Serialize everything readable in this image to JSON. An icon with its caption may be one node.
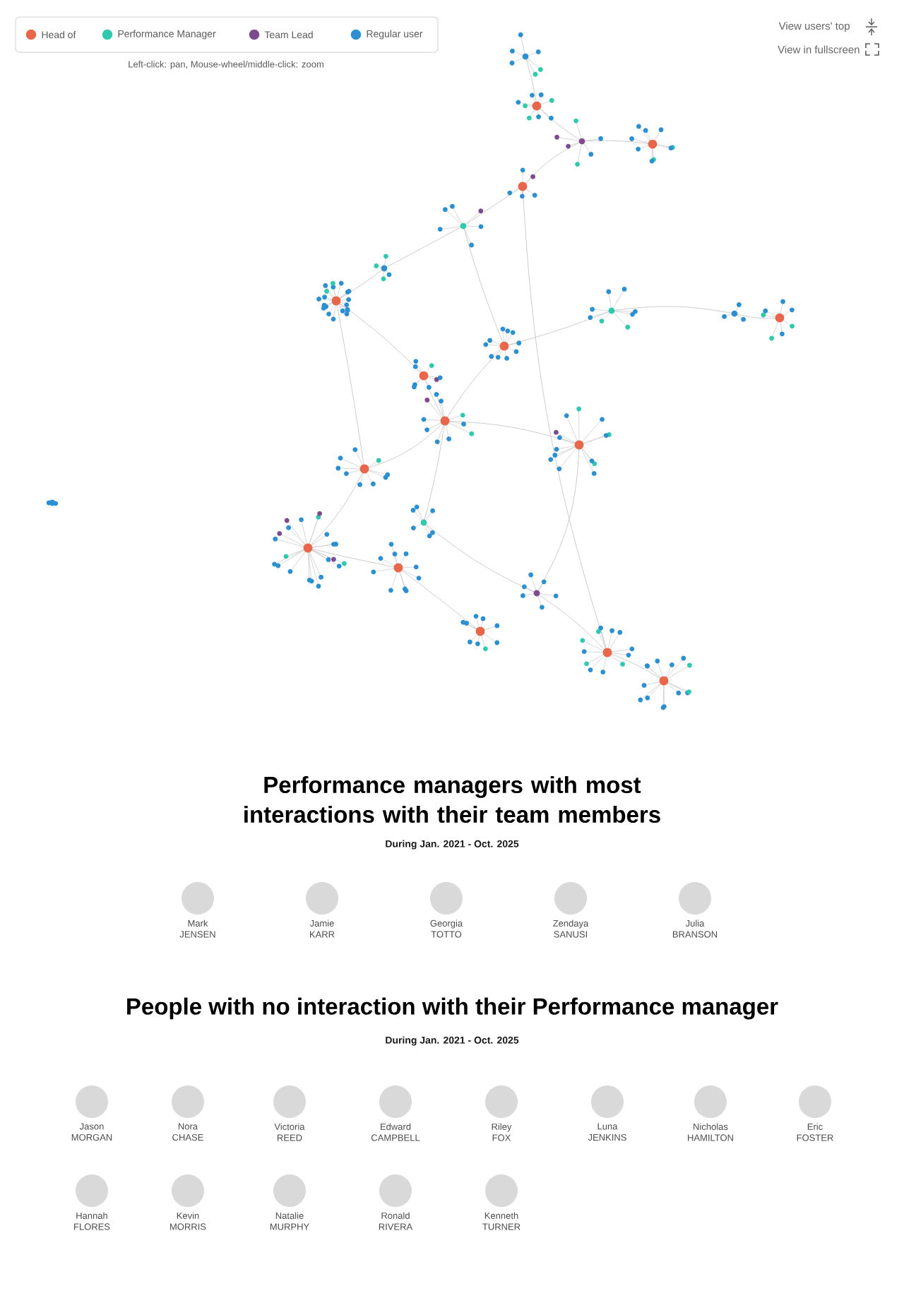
{
  "diagram": {
    "labels": [
      "Left-click: pan, Mouse-wheel/middle-click: zoom",
      "View users' top",
      "View in fullscreen",
      "Performance managers with most interactions with their team members",
      "During Jan. 2021 - Oct. 2025",
      "Mark JENSEN",
      "Jamie KARR",
      "Georgia TOTTO",
      "Zendaya SANUSI",
      "Julia BRANSON",
      "People with no interaction with their Performance manager",
      "During Jan. 2021 - Oct. 2025",
      "Jason MORGAN",
      "Nora CHASE",
      "Victoria REED",
      "Edward CAMPBELL",
      "Riley FOX",
      "Luna JENKINS",
      "Nicholas HAMILTON",
      "Eric FOSTER",
      "Hannah FLORES",
      "Kevin MORRIS",
      "Natalie MURPHY",
      "Ronald RIVERA",
      "Kenneth TURNER"
    ],
    "legend": [
      {
        "text": "Head of",
        "color": "#e8674a"
      },
      {
        "text": "Performance Manager",
        "color": "#2fc9ad"
      },
      {
        "text": "Team Lead",
        "color": "#7d4a8e"
      },
      {
        "text": "Regular user",
        "color": "#2b8fd0"
      }
    ]
  }
}
